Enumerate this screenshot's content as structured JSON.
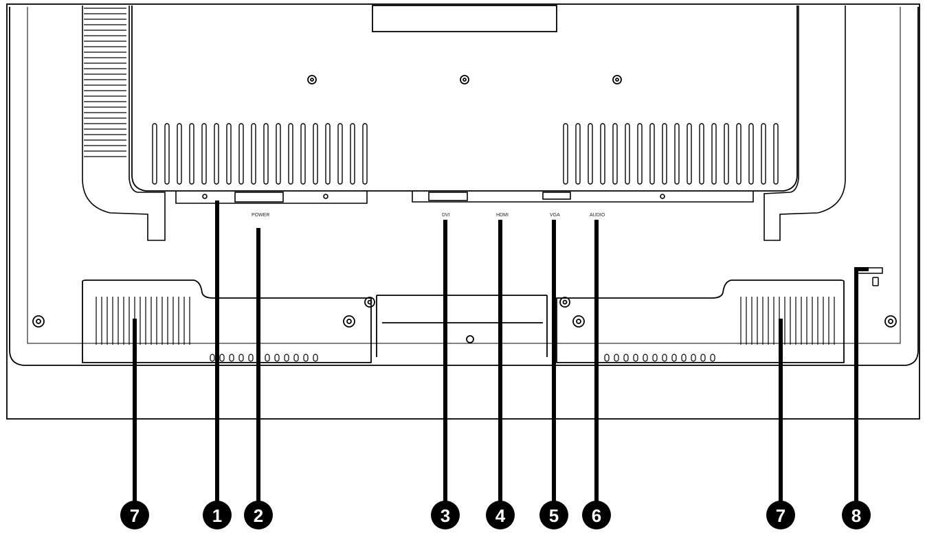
{
  "port_labels": {
    "power": "POWER",
    "dvi": "DVI",
    "hdmi": "HDMI",
    "vga": "VGA",
    "audio": "AUDIO"
  },
  "callouts": [
    "7",
    "1",
    "2",
    "3",
    "4",
    "5",
    "6",
    "7",
    "8"
  ],
  "colors": {
    "line": "#000000",
    "background": "#ffffff",
    "callout_fill": "#000000"
  }
}
